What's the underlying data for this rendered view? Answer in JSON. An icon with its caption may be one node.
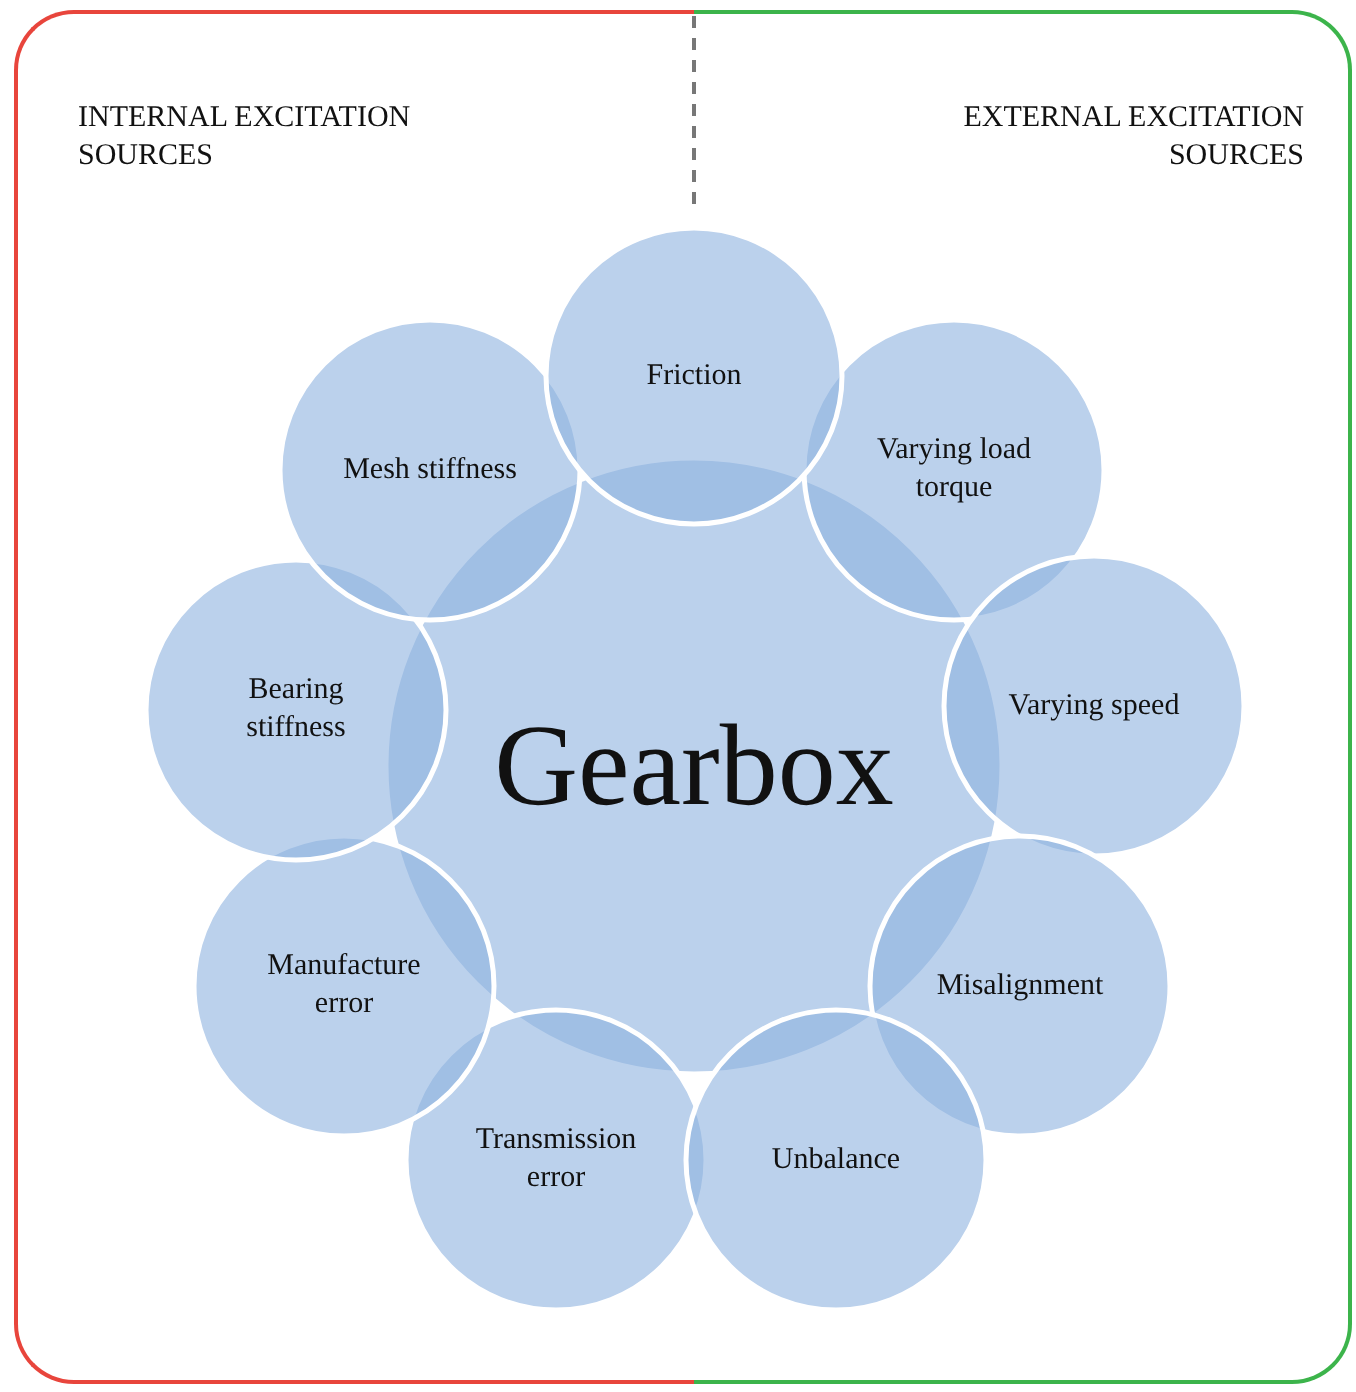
{
  "diagram": {
    "nodes": [
      {
        "text": [
          "INTERNAL EXCITATION SOURCES"
        ]
      },
      {
        "text": [
          "EXTERNAL EXCITATION SOURCES"
        ]
      },
      {
        "text": [
          "Gearbox"
        ]
      },
      {
        "text": [
          "Friction"
        ]
      },
      {
        "text": [
          "Varying load torque"
        ],
        "in": 1
      },
      {
        "text": [
          "Varying speed"
        ],
        "in": 1
      },
      {
        "text": [
          "Misalignment"
        ],
        "in": 1
      },
      {
        "text": [
          "Unbalance"
        ],
        "in": 1
      },
      {
        "text": [
          "Transmission error"
        ],
        "in": 0
      },
      {
        "text": [
          "Manufacture error"
        ],
        "in": 0
      },
      {
        "text": [
          "Bearing stiffness"
        ],
        "in": 0
      },
      {
        "text": [
          "Mesh stiffness"
        ],
        "in": 0
      }
    ]
  }
}
